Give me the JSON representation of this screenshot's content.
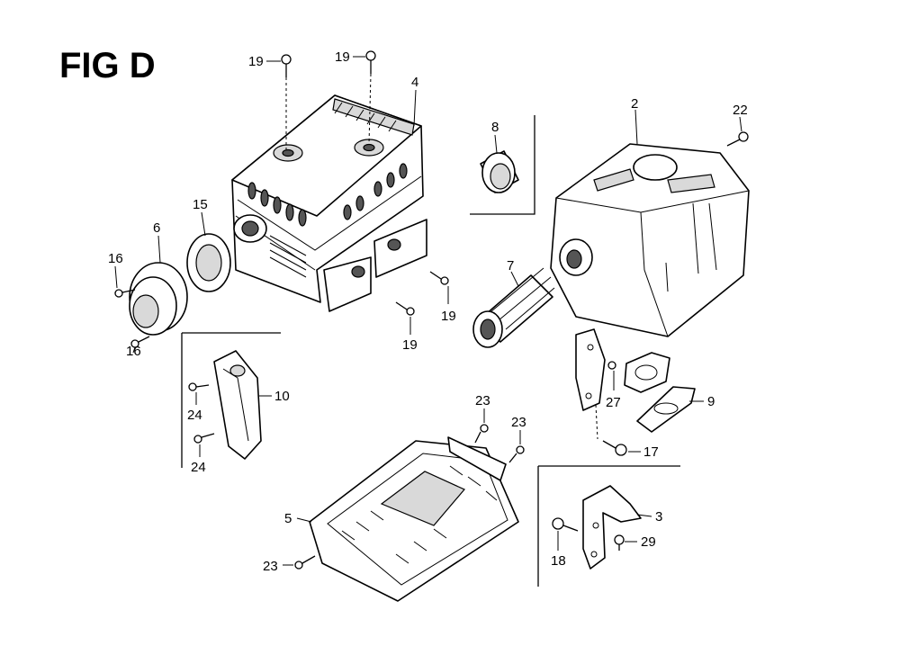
{
  "figure": {
    "title": "FIG D"
  },
  "callouts": [
    {
      "id": "c19a",
      "text": "19"
    },
    {
      "id": "c19b",
      "text": "19"
    },
    {
      "id": "c4",
      "text": "4"
    },
    {
      "id": "c8",
      "text": "8"
    },
    {
      "id": "c2",
      "text": "2"
    },
    {
      "id": "c22",
      "text": "22"
    },
    {
      "id": "c15",
      "text": "15"
    },
    {
      "id": "c6",
      "text": "6"
    },
    {
      "id": "c16a",
      "text": "16"
    },
    {
      "id": "c16b",
      "text": "16"
    },
    {
      "id": "c7",
      "text": "7"
    },
    {
      "id": "c19c",
      "text": "19"
    },
    {
      "id": "c19d",
      "text": "19"
    },
    {
      "id": "c10",
      "text": "10"
    },
    {
      "id": "c24a",
      "text": "24"
    },
    {
      "id": "c24b",
      "text": "24"
    },
    {
      "id": "c27",
      "text": "27"
    },
    {
      "id": "c9",
      "text": "9"
    },
    {
      "id": "c23a",
      "text": "23"
    },
    {
      "id": "c23b",
      "text": "23"
    },
    {
      "id": "c17",
      "text": "17"
    },
    {
      "id": "c5",
      "text": "5"
    },
    {
      "id": "c23c",
      "text": "23"
    },
    {
      "id": "c3",
      "text": "3"
    },
    {
      "id": "c18",
      "text": "18"
    },
    {
      "id": "c29",
      "text": "29"
    }
  ]
}
